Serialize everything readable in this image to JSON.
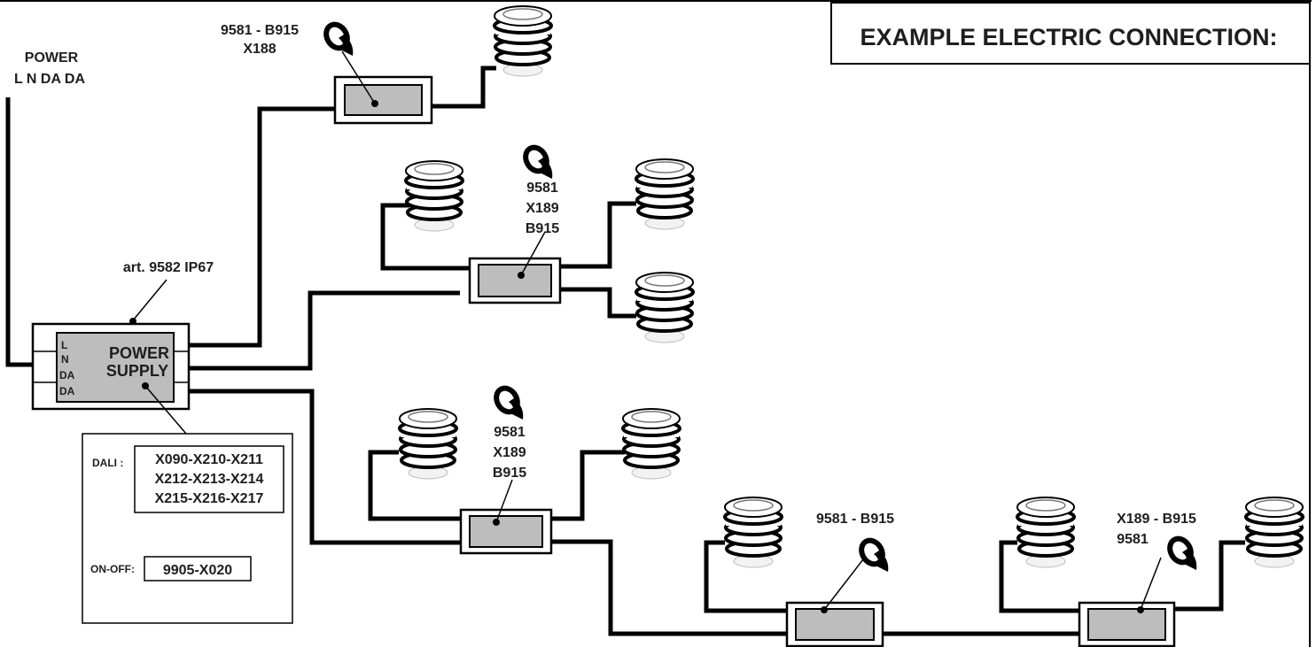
{
  "title": "EXAMPLE ELECTRIC CONNECTION:",
  "power_input": {
    "line1": "POWER",
    "line2": "L N DA DA"
  },
  "power_supply": {
    "article": "art. 9582 IP67",
    "line1": "POWER",
    "line2": "SUPPLY",
    "terminals": [
      "L",
      "N",
      "DA",
      "DA"
    ]
  },
  "options_panel": {
    "dali_label": "DALI :",
    "dali_codes": [
      "X090-X210-X211",
      "X212-X213-X214",
      "X215-X216-X217"
    ],
    "onoff_label": "ON-OFF:",
    "onoff_code": "9905-X020"
  },
  "connectors": [
    {
      "lines": [
        "9581 - B915",
        "X188"
      ]
    },
    {
      "lines": [
        "9581",
        "X189",
        "B915"
      ]
    },
    {
      "lines": [
        "9581",
        "X189",
        "B915"
      ]
    },
    {
      "lines": [
        "9581 - B915"
      ]
    },
    {
      "lines": [
        "X189 - B915",
        "9581"
      ]
    }
  ]
}
